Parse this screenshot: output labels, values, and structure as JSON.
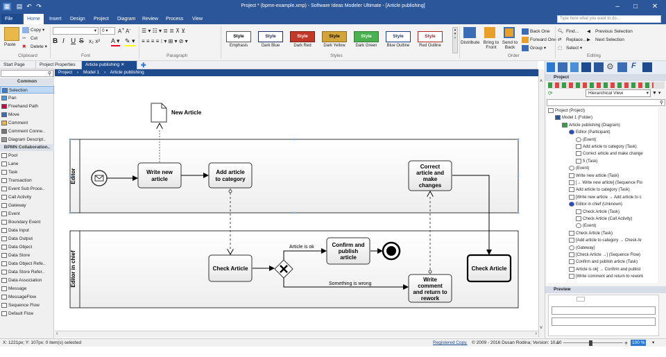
{
  "window": {
    "title": "Project * (bpmn-example.xmp) - Software Ideas Modeler Ultimate - [Article publishing]",
    "min": "–",
    "max": "□",
    "close": "✕"
  },
  "menu": {
    "items": [
      "File",
      "Home",
      "Insert",
      "Design",
      "Project",
      "Diagram",
      "Review",
      "Process",
      "View"
    ],
    "search_placeholder": "Type here what you want to do..."
  },
  "ribbon": {
    "clipboard": {
      "paste": "Paste",
      "copy": "Copy",
      "cut": "Cut",
      "delete": "Delete",
      "label": "Clipboard"
    },
    "font": {
      "size": "0",
      "label": "Font"
    },
    "paragraph": {
      "label": "Paragraph"
    },
    "styles": {
      "button_text": "Style",
      "items": [
        {
          "name": "Emphasis",
          "bg": "#ffffff",
          "fg": "#000000",
          "border": "#555555"
        },
        {
          "name": "Dark Blue",
          "bg": "#ffffff",
          "fg": "#1a2a6c",
          "border": "#1a2a6c"
        },
        {
          "name": "Dark Red",
          "bg": "#c0392b",
          "fg": "#ffffff",
          "border": "#7a1d12"
        },
        {
          "name": "Dark Yellow",
          "bg": "#d4a43c",
          "fg": "#000000",
          "border": "#8d6a1b"
        },
        {
          "name": "Dark Green",
          "bg": "#4caf50",
          "fg": "#ffffff",
          "border": "#2e7d32"
        },
        {
          "name": "Blue Outline",
          "bg": "#ffffff",
          "fg": "#1a3a8c",
          "border": "#1a3a8c"
        },
        {
          "name": "Red Outline",
          "bg": "#ffffff",
          "fg": "#b22222",
          "border": "#b22222"
        }
      ],
      "label": "Styles"
    },
    "order": {
      "distribute": "Distribute",
      "bring_front": "Bring to Front",
      "send_back": "Send to Back",
      "back_one": "Back One",
      "forward_one": "Forward One",
      "group": "Group",
      "label": "Order"
    },
    "editing": {
      "find": "Find...",
      "replace": "Replace...",
      "select": "Select",
      "prev_sel": "Previous Selection",
      "next_sel": "Next Selection",
      "label": "Editing"
    }
  },
  "doc_tabs": [
    "Start Page",
    "Project Properties",
    "Article publishing"
  ],
  "breadcrumb": [
    "Project",
    "Model 1",
    "Article publishing"
  ],
  "toolbox": {
    "groups": [
      {
        "title": "Common",
        "items": [
          "Selection",
          "Pan",
          "Freehand Path",
          "Move",
          "Comment",
          "Comment Conne..",
          "Diagram Descript.."
        ]
      },
      {
        "title": "BPMN Collaboration..",
        "items": [
          "Pool",
          "Lane",
          "Task",
          "Transaction",
          "Event Sub Proce..",
          "Call Activity",
          "Gateway",
          "Event",
          "Boundary Event",
          "Data Input",
          "Data Output",
          "Data Object",
          "Data Store",
          "Data Object Refe..",
          "Data Store Refer..",
          "Data Association",
          "Message",
          "MessageFlow",
          "Sequence Flow",
          "Default Flow"
        ]
      }
    ]
  },
  "diagram": {
    "data_object": "New Article",
    "lanes": [
      "Editor",
      "Editor in chief"
    ],
    "tasks": {
      "write_new": "Write new article",
      "add_cat": "Add article to category",
      "correct": "Correct article and make changes",
      "check": "Check Article",
      "confirm": "Confirm and publish article",
      "write_comment": "Write comment and return to rework",
      "check2": "Check Article"
    },
    "flows": {
      "ok": "Article is ok",
      "wrong": "Something is wrong"
    }
  },
  "right_panel": {
    "title": "Project",
    "view": "Hierarchical View",
    "tree": [
      {
        "t": "Project (Project)",
        "d": 0
      },
      {
        "t": "Model 1 (Folder)",
        "d": 1
      },
      {
        "t": "Article publishing (Diagram)",
        "d": 2
      },
      {
        "t": "Editor (Participant)",
        "d": 3
      },
      {
        "t": "(Event)",
        "d": 4
      },
      {
        "t": "Add article to category (Task)",
        "d": 4
      },
      {
        "t": "Correct article and make change",
        "d": 4
      },
      {
        "t": "5 (Task)",
        "d": 4
      },
      {
        "t": "(Event)",
        "d": 3
      },
      {
        "t": "Write new article (Task)",
        "d": 3
      },
      {
        "t": "[→ Write new article] (Sequence Flo",
        "d": 3
      },
      {
        "t": "Add article to category (Task)",
        "d": 3
      },
      {
        "t": "[Write new article → Add article to c",
        "d": 3
      },
      {
        "t": "Editor in chief (Unknown)",
        "d": 3
      },
      {
        "t": "Check Article (Task)",
        "d": 4
      },
      {
        "t": "Check Article (Call Activity)",
        "d": 4
      },
      {
        "t": "(Event)",
        "d": 4
      },
      {
        "t": "Check Article (Task)",
        "d": 3
      },
      {
        "t": "[Add article to category → Check Ar",
        "d": 3
      },
      {
        "t": "(Gateway)",
        "d": 3
      },
      {
        "t": "[Check Article →] (Sequence Flow)",
        "d": 3
      },
      {
        "t": "Confirm and publish article (Task)",
        "d": 3
      },
      {
        "t": "Article is ok] → Confirm and publist",
        "d": 3
      },
      {
        "t": "[Write comment and return to rework",
        "d": 3
      }
    ],
    "preview_title": "Preview"
  },
  "status": {
    "coords": "X: 1221px; Y: 107px; 0 item(s) selected",
    "registered": "Registered Copy.",
    "copyright": "© 2009 - 2016 Dusan Rodina; Version: 10.60",
    "zoom": "100 %"
  }
}
